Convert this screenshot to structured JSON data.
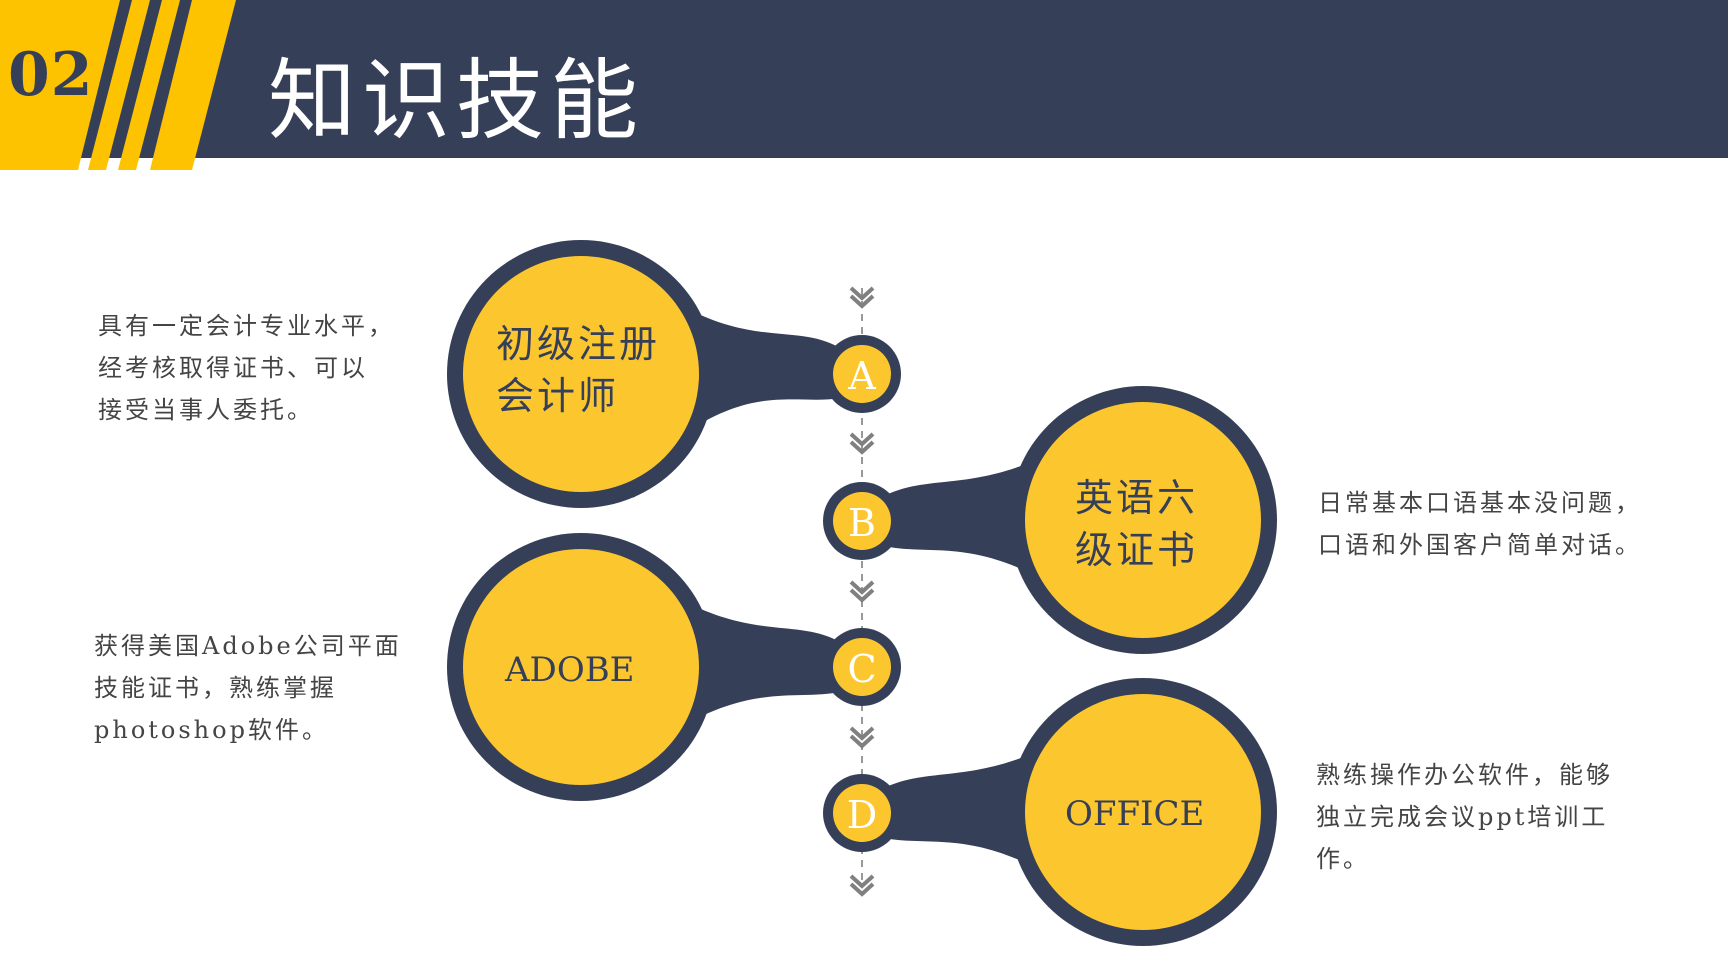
{
  "header": {
    "section_number": "02",
    "title": "知识技能"
  },
  "colors": {
    "navy": "#353f57",
    "yellow": "#fcc62f",
    "accent_yellow": "#fdc200",
    "arrow_gray": "#888888"
  },
  "skills": [
    {
      "letter": "A",
      "bubble_text": "初级注册\n会计师",
      "description": "具有一定会计专业水平，\n经考核取得证书、可以\n接受当事人委托。"
    },
    {
      "letter": "B",
      "bubble_text": "英语六\n级证书",
      "description": "日常基本口语基本没问题，\n口语和外国客户简单对话。"
    },
    {
      "letter": "C",
      "bubble_text": "ADOBE",
      "description": "获得美国Adobe公司平面\n技能证书，熟练掌握\nphotoshop软件。"
    },
    {
      "letter": "D",
      "bubble_text": "OFFICE",
      "description": "熟练操作办公软件，能够\n独立完成会议ppt培训工\n作。"
    }
  ]
}
